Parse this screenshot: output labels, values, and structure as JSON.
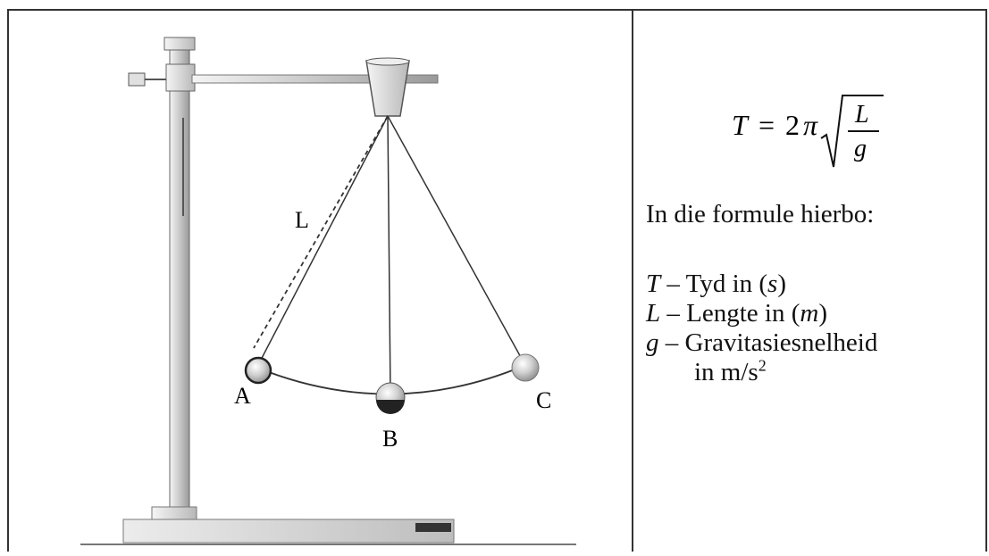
{
  "diagram": {
    "labels": {
      "length": "L",
      "position_a": "A",
      "position_b": "B",
      "position_c": "C"
    }
  },
  "formula": {
    "lhs": "T",
    "equals": "=",
    "coefficient": "2",
    "pi": "π",
    "numerator": "L",
    "denominator": "g"
  },
  "legend": {
    "intro": "In die formule hierbo:",
    "items": [
      {
        "symbol": "T",
        "dash": " – ",
        "text": "Tyd in (",
        "unit": "s",
        "close": ")"
      },
      {
        "symbol": "L",
        "dash": " – ",
        "text": "Lengte in (",
        "unit": "m",
        "close": ")"
      },
      {
        "symbol": "g",
        "dash": " – ",
        "text": "Gravitasiesnelheid"
      }
    ],
    "unit_line": "in  m/s",
    "unit_exp": "2"
  },
  "colors": {
    "stand": "#d9d9d9",
    "line": "#333333",
    "bob": "#cfcfcf"
  }
}
